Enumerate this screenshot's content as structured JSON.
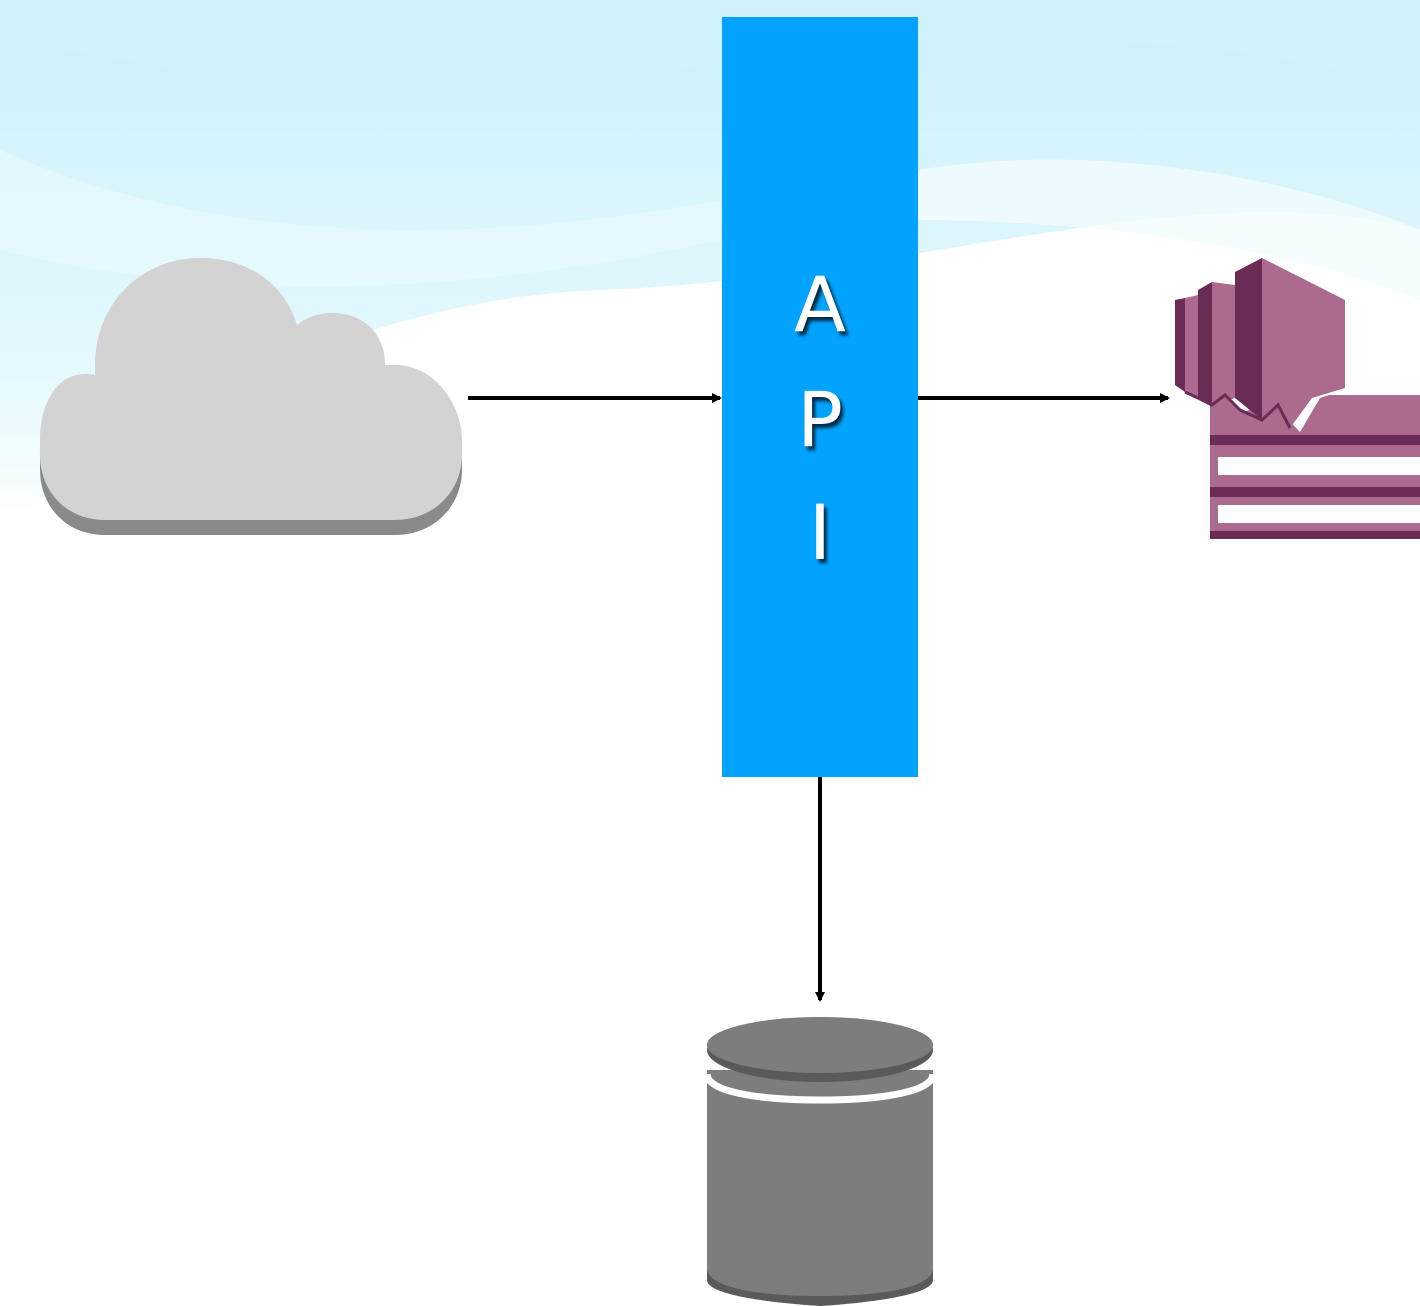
{
  "api_box": {
    "letters": [
      "A",
      "P",
      "I"
    ],
    "color": "#02a2ff"
  },
  "colors": {
    "cloud_fill": "#d3d3d3",
    "cloud_shadow": "#8a8a8a",
    "database_fill": "#7d7d7c",
    "database_dark": "#5a5a59",
    "queue_service_fill": "#ad6a8f",
    "queue_service_dark": "#6a2b54",
    "arrow": "#000000",
    "sky": "#d6f4fb"
  },
  "icons": {
    "source": "cloud-icon",
    "target": "aws-message-queue-icon",
    "storage": "database-icon"
  }
}
